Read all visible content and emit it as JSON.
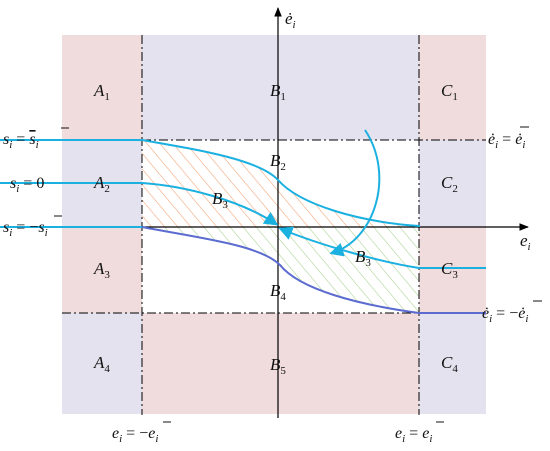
{
  "colors": {
    "pink_region": "#f0dcdc",
    "lavender_region": "#e4e2ee",
    "white_region": "#ffffff",
    "trajectory": "#1ab0e0",
    "boundary": "#5b6bd0",
    "hatch_orange": "#f2a070",
    "hatch_green": "#a6d08e",
    "axis": "#000000"
  },
  "axes": {
    "x_label": "e",
    "x_sub": "i",
    "y_label": "ė",
    "y_sub": "i"
  },
  "regions": {
    "A1": {
      "letter": "A",
      "index": "1"
    },
    "A2": {
      "letter": "A",
      "index": "2"
    },
    "A3": {
      "letter": "A",
      "index": "3"
    },
    "A4": {
      "letter": "A",
      "index": "4"
    },
    "B1": {
      "letter": "B",
      "index": "1"
    },
    "B2": {
      "letter": "B",
      "index": "2"
    },
    "B3a": {
      "letter": "B",
      "index": "3"
    },
    "B3b": {
      "letter": "B",
      "index": "3"
    },
    "B4": {
      "letter": "B",
      "index": "4"
    },
    "B5": {
      "letter": "B",
      "index": "5"
    },
    "C1": {
      "letter": "C",
      "index": "1"
    },
    "C2": {
      "letter": "C",
      "index": "2"
    },
    "C3": {
      "letter": "C",
      "index": "3"
    },
    "C4": {
      "letter": "C",
      "index": "4"
    }
  },
  "left_labels": {
    "s_upper": {
      "var": "s",
      "sub": "i",
      "eq": " = ",
      "val": "s",
      "val_sub": "i",
      "bar": true,
      "neg": ""
    },
    "s_zero": {
      "var": "s",
      "sub": "i",
      "eq": " = ",
      "val": "0"
    },
    "s_lower": {
      "var": "s",
      "sub": "i",
      "eq": " = ",
      "val": "s",
      "val_sub": "i",
      "bar": true,
      "neg": "−"
    }
  },
  "right_labels": {
    "edot_upper": {
      "var": "ė",
      "sub": "i",
      "eq": " = ",
      "val": "ė",
      "val_sub": "i",
      "neg": ""
    },
    "edot_lower": {
      "var": "ė",
      "sub": "i",
      "eq": " = ",
      "val": "ė",
      "val_sub": "i",
      "neg": "−"
    }
  },
  "bottom_labels": {
    "e_lower": {
      "var": "e",
      "sub": "i",
      "eq": " = ",
      "neg": "−",
      "val": "e",
      "val_sub": "i"
    },
    "e_upper": {
      "var": "e",
      "sub": "i",
      "eq": " = ",
      "neg": "",
      "val": "e",
      "val_sub": "i"
    }
  }
}
